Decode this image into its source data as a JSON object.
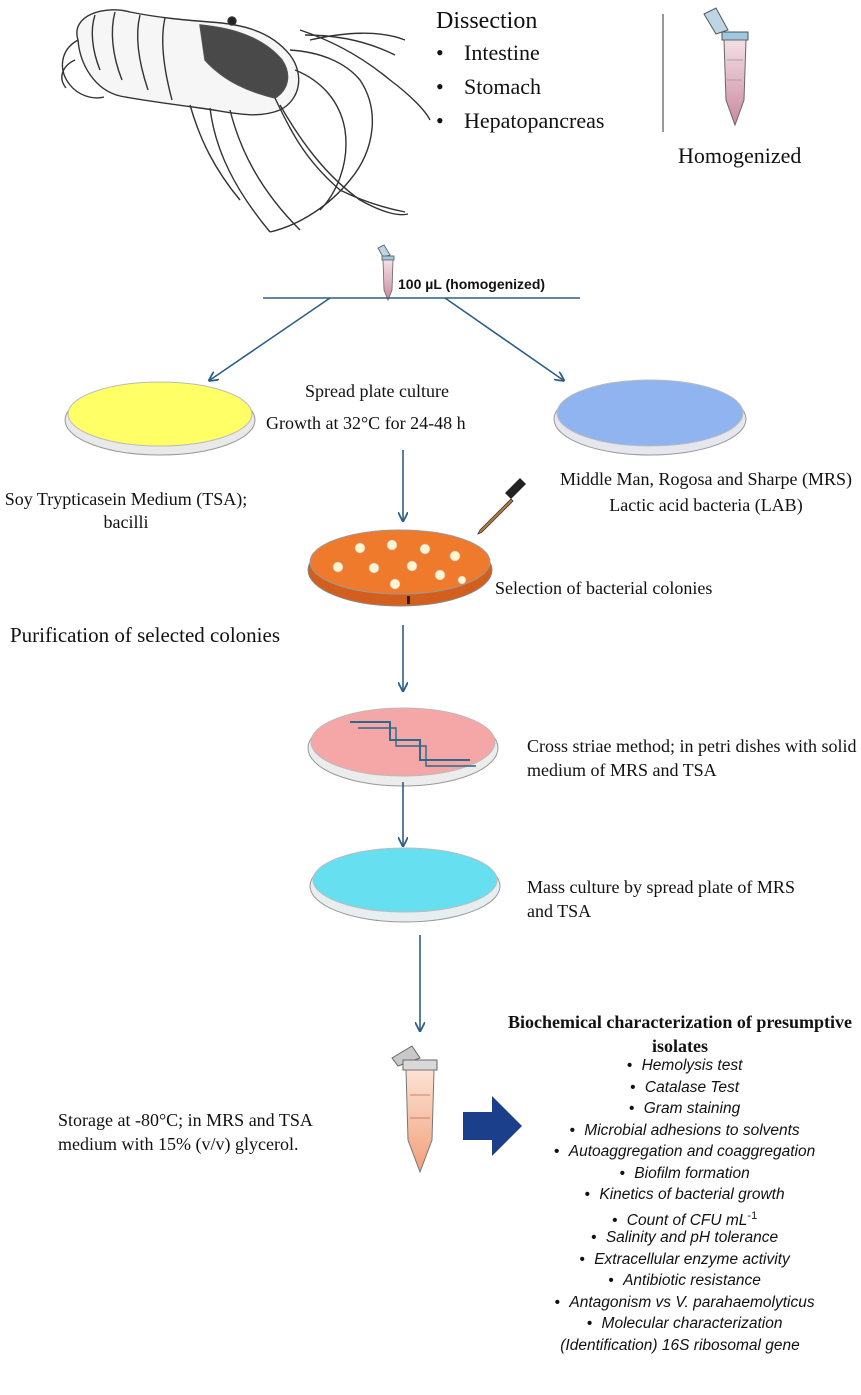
{
  "dissection": {
    "title": "Dissection",
    "items": [
      "Intestine",
      "Stomach",
      "Hepatopancreas"
    ],
    "homogenized_label": "Homogenized"
  },
  "sample_label": "100 µL (homogenized)",
  "spread": {
    "line1": "Spread plate culture",
    "line2": "Growth at 32°C for 24-48 h"
  },
  "media": {
    "tsa_label": "Soy Trypticasein Medium (TSA); bacilli",
    "mrs_label": "Middle Man, Rogosa and Sharpe (MRS) Lactic acid bacteria (LAB)"
  },
  "steps": {
    "selection": "Selection of bacterial colonies",
    "purification": "Purification of selected colonies",
    "cross": "Cross striae method; in petri dishes with solid medium of MRS and TSA",
    "mass": "Mass culture by spread plate of MRS and TSA",
    "storage": "Storage at -80°C; in MRS and TSA medium with 15% (v/v) glycerol."
  },
  "biochem": {
    "title": "Biochemical characterization of presumptive isolates",
    "items": [
      "Hemolysis test",
      "Catalase Test",
      "Gram staining",
      "Microbial adhesions to solvents",
      "Autoaggregation and coaggregation",
      "Biofilm formation",
      "Kinetics of bacterial growth",
      "Count of CFU mL",
      "Salinity and pH tolerance",
      "Extracellular enzyme activity",
      "Antibiotic resistance",
      "Antagonism vs V. parahaemolyticus",
      "Molecular characterization"
    ],
    "cfu_superscript": "-1",
    "last_line": "(Identification) 16S ribosomal gene"
  },
  "colors": {
    "arrow": "#2f5f86",
    "tsa_medium": "#ffff66",
    "mrs_medium": "#8fb4ef",
    "colony_plate": "#f07a2b",
    "cross_plate": "#f5a6a6",
    "mass_plate": "#66e0f0",
    "big_arrow": "#1c3f8c"
  }
}
